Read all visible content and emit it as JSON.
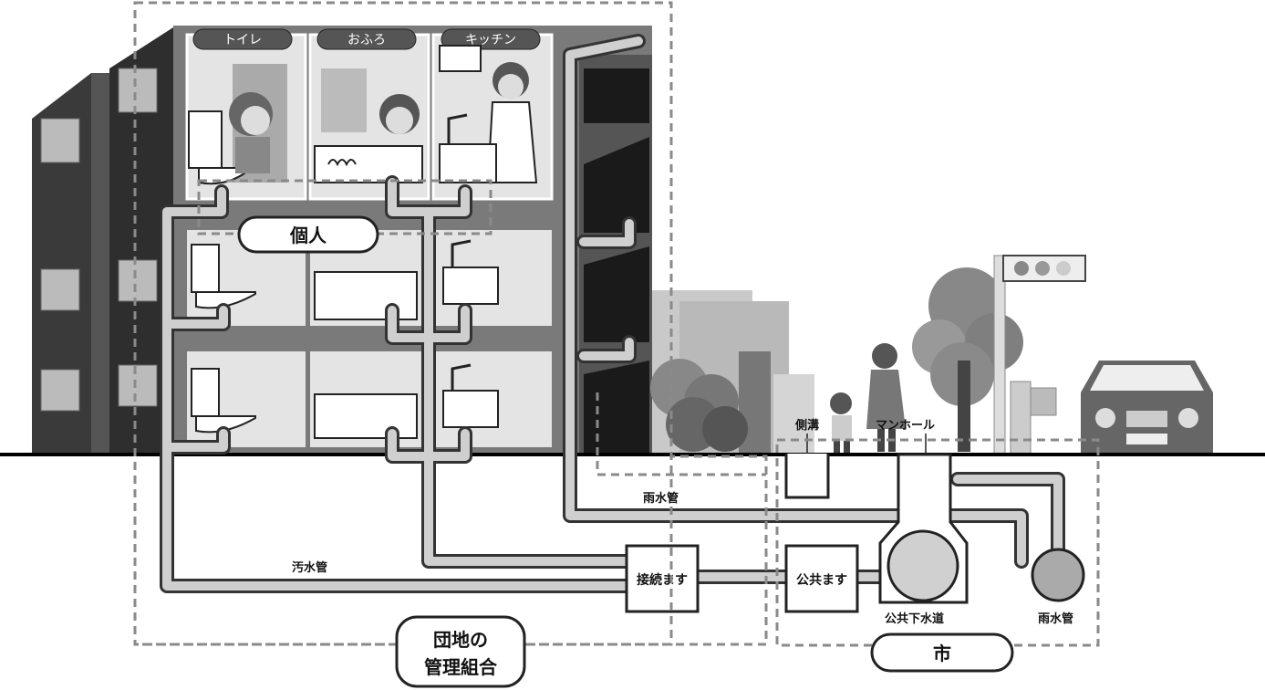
{
  "rooms": {
    "toilet": "トイレ",
    "bath": "おふろ",
    "kitchen": "キッチン"
  },
  "zones": {
    "individual": "個人",
    "management_line1": "団地の",
    "management_line2": "管理組合",
    "city": "市"
  },
  "pipes": {
    "sewage_pipe": "汚水管",
    "rain_pipe_building": "雨水管",
    "rain_pipe_city": "雨水管",
    "public_sewer": "公共下水道"
  },
  "structures": {
    "connection_box": "接続ます",
    "public_box": "公共ます",
    "manhole": "マンホール",
    "gutter": "側溝"
  },
  "colors": {
    "building_dark": "#3c3c3c",
    "wall_gray": "#7a7a7a",
    "room_light": "#e6e6e6",
    "pipe_fill": "#c8c8c8",
    "ground": "#000000",
    "dashed": "#8a8a8a"
  }
}
